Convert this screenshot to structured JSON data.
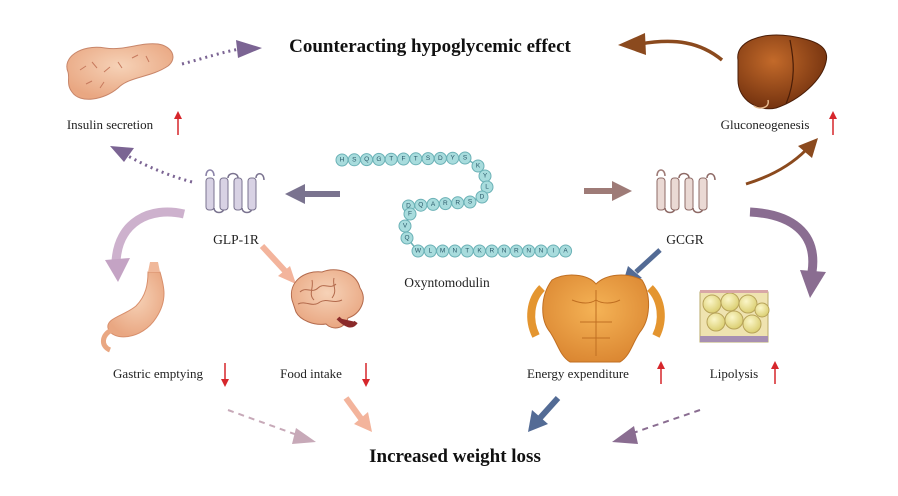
{
  "title_top": "Counteracting hypoglycemic effect",
  "title_bottom": "Increased weight loss",
  "peptide": {
    "label": "Oxyntomodulin",
    "sequence": [
      "H",
      "S",
      "Q",
      "G",
      "T",
      "F",
      "T",
      "S",
      "D",
      "Y",
      "S",
      "K",
      "Y",
      "L",
      "D",
      "S",
      "R",
      "R",
      "A",
      "Q",
      "D",
      "F",
      "V",
      "Q",
      "W",
      "L",
      "M",
      "N",
      "T",
      "K",
      "R",
      "N",
      "R",
      "N",
      "N",
      "I",
      "A"
    ]
  },
  "receptors": {
    "left": "GLP-1R",
    "right": "GCGR"
  },
  "effects": {
    "insulin": {
      "label": "Insulin secretion",
      "direction": "up"
    },
    "gluconeo": {
      "label": "Gluconeogenesis",
      "direction": "up"
    },
    "gastric": {
      "label": "Gastric emptying",
      "direction": "down"
    },
    "food": {
      "label": "Food intake",
      "direction": "down"
    },
    "energy": {
      "label": "Energy expenditure",
      "direction": "up"
    },
    "lipolysis": {
      "label": "Lipolysis",
      "direction": "up"
    }
  },
  "icons": [
    "pancreas-icon",
    "liver-icon",
    "stomach-icon",
    "brain-icon",
    "torso-icon",
    "adipose-icon",
    "receptor-icon"
  ],
  "colors": {
    "up_arrow": "#d6262b",
    "down_arrow": "#d6262b",
    "glp1_arrow": "#7a738f",
    "gcgr_arrow": "#9e7b77",
    "liver_arrow": "#8b4a1e",
    "purple_arrow": "#8a6d91",
    "blue_arrow": "#536b95",
    "peach_arrow": "#f0a58a",
    "bead_fill": "#a8dcdd",
    "bead_stroke": "#6bb1b6"
  }
}
